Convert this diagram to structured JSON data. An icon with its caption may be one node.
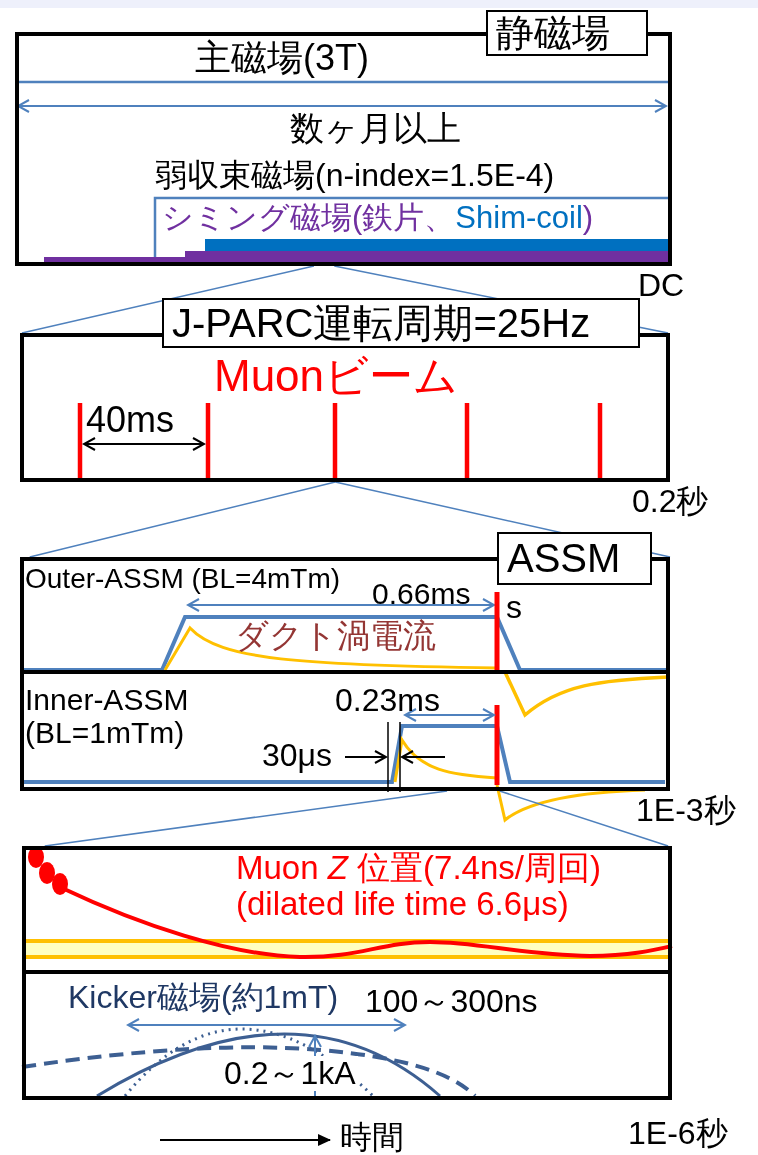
{
  "diagram": {
    "nodes": [
      {
        "text": [
          "静磁場",
          "主磁場(3T)",
          "数ヶ月以上",
          "弱収束磁場(n-index=1.5E-4)",
          "シミング磁場(鉄片、",
          "Shim-coil",
          ")"
        ],
        "beside": [
          "DC"
        ]
      },
      {
        "text": [
          "J-PARC運転周期=25Hz",
          "40ms",
          "Muonビーム"
        ],
        "beside": [
          "0.2秒"
        ]
      },
      {
        "text": [
          "ASSM"
        ],
        "beside": [
          "1E-3秒"
        ]
      },
      {
        "text": [
          "Outer-ASSM (BL=4mTm)",
          "0.66ms",
          "s",
          "ダクト渦電流"
        ],
        "in": 2
      },
      {
        "text": [
          "Inner-ASSM (BL=1mTm)",
          "0.23ms",
          "30μs"
        ],
        "in": 2
      },
      {
        "text": [
          "Muon *Z* 位置(7.4ns/周回) (dilated life time 6.6μs)"
        ]
      },
      {
        "text": [
          "Kicker磁場(約1mT)",
          "100～300ns",
          "0.2～1kA"
        ],
        "beside": [
          "1E-6秒"
        ]
      }
    ],
    "edges": [
      {
        "from": 0,
        "to": 1,
        "arrow": "none"
      },
      {
        "from": 0,
        "to": 1,
        "arrow": "none"
      },
      {
        "from": 1,
        "to": 2,
        "arrow": "none"
      },
      {
        "from": 1,
        "to": 2,
        "arrow": "none"
      },
      {
        "from": 2,
        "to": 5,
        "arrow": "none"
      },
      {
        "from": 2,
        "to": 5,
        "arrow": "none"
      }
    ],
    "labels": [
      "時間"
    ]
  }
}
